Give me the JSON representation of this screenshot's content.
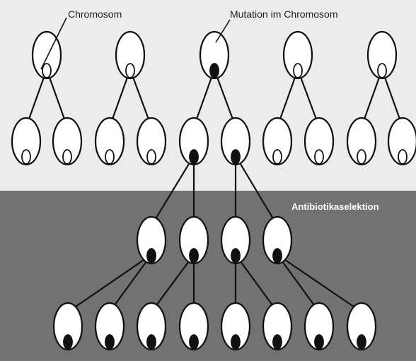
{
  "labels": {
    "chromosome": "Chromosom",
    "mutation": "Mutation im Chromosom",
    "selection": "Antibiotikaselektion"
  },
  "colors": {
    "upper_background": "#ececec",
    "lower_background": "#727272",
    "cell_fill": "#ffffff",
    "cell_outline": "#111111",
    "mutated_chromosome": "#111111",
    "branch_line": "#111111"
  },
  "generations": [
    {
      "name": "parent-cells",
      "cells": [
        {
          "id": "p1",
          "mutated": false
        },
        {
          "id": "p2",
          "mutated": false
        },
        {
          "id": "p3",
          "mutated": true
        },
        {
          "id": "p4",
          "mutated": false
        },
        {
          "id": "p5",
          "mutated": false
        }
      ]
    },
    {
      "name": "first-division",
      "cells": [
        {
          "id": "d1",
          "mutated": false
        },
        {
          "id": "d2",
          "mutated": false
        },
        {
          "id": "d3",
          "mutated": false
        },
        {
          "id": "d4",
          "mutated": false
        },
        {
          "id": "d5",
          "mutated": true
        },
        {
          "id": "d6",
          "mutated": true
        },
        {
          "id": "d7",
          "mutated": false
        },
        {
          "id": "d8",
          "mutated": false
        },
        {
          "id": "d9",
          "mutated": false
        },
        {
          "id": "d10",
          "mutated": false
        }
      ]
    },
    {
      "name": "selected-cells",
      "cells": [
        {
          "id": "s1",
          "mutated": true
        },
        {
          "id": "s2",
          "mutated": true
        },
        {
          "id": "s3",
          "mutated": true
        },
        {
          "id": "s4",
          "mutated": true
        }
      ]
    },
    {
      "name": "final-cells",
      "cells": [
        {
          "id": "f1",
          "mutated": true
        },
        {
          "id": "f2",
          "mutated": true
        },
        {
          "id": "f3",
          "mutated": true
        },
        {
          "id": "f4",
          "mutated": true
        },
        {
          "id": "f5",
          "mutated": true
        },
        {
          "id": "f6",
          "mutated": true
        },
        {
          "id": "f7",
          "mutated": true
        },
        {
          "id": "f8",
          "mutated": true
        }
      ]
    }
  ],
  "links": [
    [
      "p1",
      "d1"
    ],
    [
      "p1",
      "d2"
    ],
    [
      "p2",
      "d3"
    ],
    [
      "p2",
      "d4"
    ],
    [
      "p3",
      "d5"
    ],
    [
      "p3",
      "d6"
    ],
    [
      "p4",
      "d7"
    ],
    [
      "p4",
      "d8"
    ],
    [
      "p5",
      "d9"
    ],
    [
      "p5",
      "d10"
    ],
    [
      "d5",
      "s1"
    ],
    [
      "d5",
      "s2"
    ],
    [
      "d6",
      "s3"
    ],
    [
      "d6",
      "s4"
    ],
    [
      "s1",
      "f1"
    ],
    [
      "s1",
      "f2"
    ],
    [
      "s2",
      "f3"
    ],
    [
      "s2",
      "f4"
    ],
    [
      "s3",
      "f5"
    ],
    [
      "s3",
      "f6"
    ],
    [
      "s4",
      "f7"
    ],
    [
      "s4",
      "f8"
    ]
  ]
}
